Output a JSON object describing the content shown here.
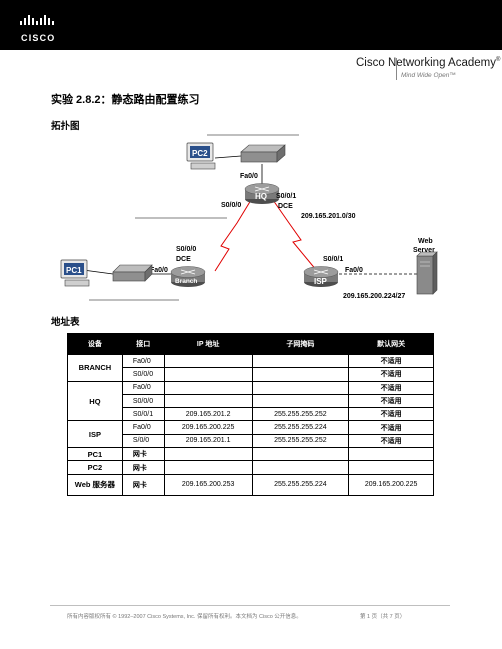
{
  "header": {
    "brand_text": "CISCO",
    "colors": {
      "bar": "#000000"
    }
  },
  "academy": {
    "line1": "Cisco Networking Academy",
    "line2": "Mind Wide Open"
  },
  "lab_title": "实验 2.8.2：静态路由配置练习",
  "sections": {
    "topology": "拓扑图",
    "address_table": "地址表"
  },
  "topology_labels": {
    "pc2": "PC2",
    "hq": "HQ",
    "hq_fa": "Fa0/0",
    "hq_s000": "S0/0/0",
    "hq_s001": "S0/0/1",
    "hq_dce": "DCE",
    "hq_isp_net": "209.165.201.0/30",
    "branch": "Branch",
    "branch_s000": "S0/0/0",
    "branch_dce": "DCE",
    "branch_fa": "Fa0/0",
    "pc1": "PC1",
    "isp": "ISP",
    "isp_s001": "S0/0/1",
    "isp_fa": "Fa0/0",
    "isp_net": "209.165.200.224/27",
    "web_server_1": "Web",
    "web_server_2": "Server"
  },
  "table": {
    "headers": [
      "设备",
      "接口",
      "IP 地址",
      "子网掩码",
      "默认网关"
    ],
    "rows": [
      {
        "device": "BRANCH",
        "iface": "Fa0/0",
        "ip": "",
        "mask": "",
        "gw": "不适用"
      },
      {
        "device": "",
        "iface": "S0/0/0",
        "ip": "",
        "mask": "",
        "gw": "不适用"
      },
      {
        "device": "HQ",
        "iface": "Fa0/0",
        "ip": "",
        "mask": "",
        "gw": "不适用"
      },
      {
        "device": "",
        "iface": "S0/0/0",
        "ip": "",
        "mask": "",
        "gw": "不适用"
      },
      {
        "device": "",
        "iface": "S0/0/1",
        "ip": "209.165.201.2",
        "mask": "255.255.255.252",
        "gw": "不适用"
      },
      {
        "device": "ISP",
        "iface": "Fa0/0",
        "ip": "209.165.200.225",
        "mask": "255.255.255.224",
        "gw": "不适用"
      },
      {
        "device": "",
        "iface": "S/0/0",
        "ip": "209.165.201.1",
        "mask": "255.255.255.252",
        "gw": "不适用"
      },
      {
        "device": "PC1",
        "iface": "网卡",
        "ip": "",
        "mask": "",
        "gw": ""
      },
      {
        "device": "PC2",
        "iface": "网卡",
        "ip": "",
        "mask": "",
        "gw": ""
      },
      {
        "device": "Web 服务器",
        "iface": "网卡",
        "ip": "209.165.200.253",
        "mask": "255.255.255.224",
        "gw": "209.165.200.225"
      }
    ]
  },
  "footer": {
    "left": "所有内容版权所有 © 1992–2007 Cisco Systems, Inc. 保留所有权利。本文档为 Cisco 公开信息。",
    "right": "第 1 页（共 7 页）"
  }
}
